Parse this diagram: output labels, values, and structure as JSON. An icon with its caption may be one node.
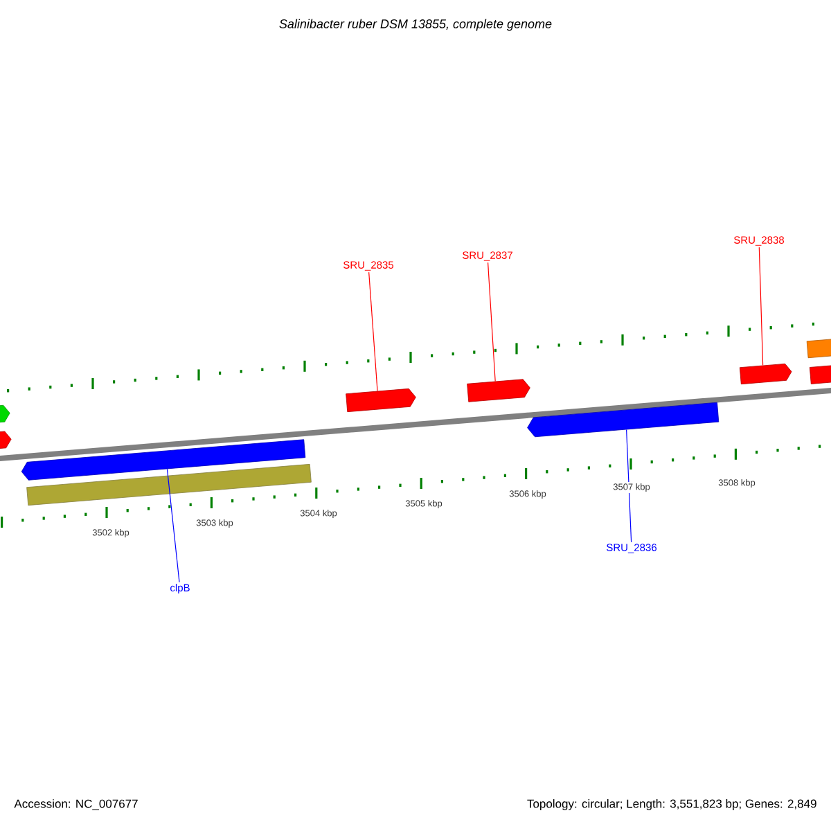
{
  "diagram": {
    "title": "Salinibacter ruber DSM 13855, complete genome",
    "nodes": [
      {
        "text": [
          "SRU_2835"
        ]
      },
      {
        "text": [
          "SRU_2837"
        ]
      },
      {
        "text": [
          "SRU_2838"
        ]
      },
      {
        "text": [
          "SRU_2836"
        ]
      },
      {
        "text": [
          "clpB"
        ]
      },
      {
        "text": [],
        "shape": "arrow"
      },
      {
        "text": [],
        "shape": "arrow"
      },
      {
        "text": [],
        "shape": "arrow"
      },
      {
        "text": [],
        "shape": "bar"
      },
      {
        "text": [],
        "shape": "arrow"
      },
      {
        "text": [],
        "shape": "arrow"
      },
      {
        "text": [],
        "shape": "arrow"
      },
      {
        "text": [],
        "shape": "arrow"
      },
      {
        "text": [],
        "shape": "bar"
      },
      {
        "text": [],
        "shape": "arrow"
      }
    ],
    "edges": [
      {
        "from": 0,
        "to": 9,
        "arrow": "none"
      },
      {
        "from": 1,
        "to": 10,
        "arrow": "none"
      },
      {
        "from": 2,
        "to": 12,
        "arrow": "none"
      },
      {
        "from": 3,
        "to": 11,
        "arrow": "none",
        "color": "#0000ff"
      },
      {
        "from": 4,
        "to": 7,
        "arrow": "none",
        "color": "#0000ff"
      }
    ],
    "labels": [
      "3502 kbp",
      "3503 kbp",
      "3504 kbp",
      "3505 kbp",
      "3506 kbp",
      "3507 kbp",
      "3508 kbp",
      "Accession: NC_007677",
      "Topology: circular; Length: 3,551,823 bp; Genes: 2,849"
    ]
  }
}
